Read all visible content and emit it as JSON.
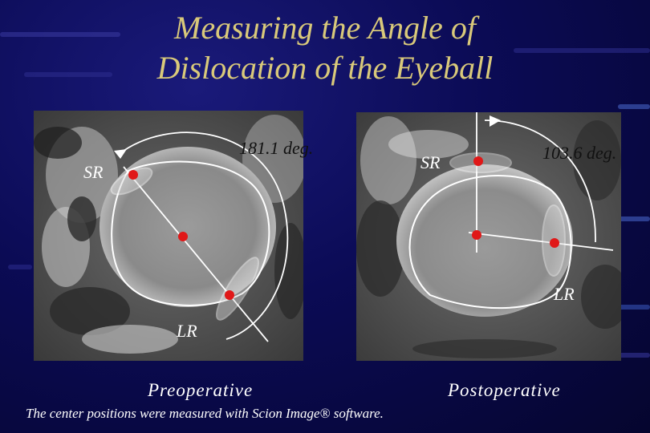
{
  "slide": {
    "title_line1": "Measuring the Angle of",
    "title_line2": "Dislocation of the Eyeball",
    "footnote": "The center positions were measured with Scion Image® software."
  },
  "preoperative": {
    "caption": "Preoperative",
    "angle_label": "181.1 deg.",
    "muscle_sr": "SR",
    "muscle_lr": "LR"
  },
  "postoperative": {
    "caption": "Postoperative",
    "angle_label": "103.6 deg.",
    "muscle_sr": "SR",
    "muscle_lr": "LR"
  },
  "colors": {
    "title": "#d9c97a",
    "marker": "#e01818",
    "outline": "#ffffff",
    "background": "#0b0b55"
  }
}
